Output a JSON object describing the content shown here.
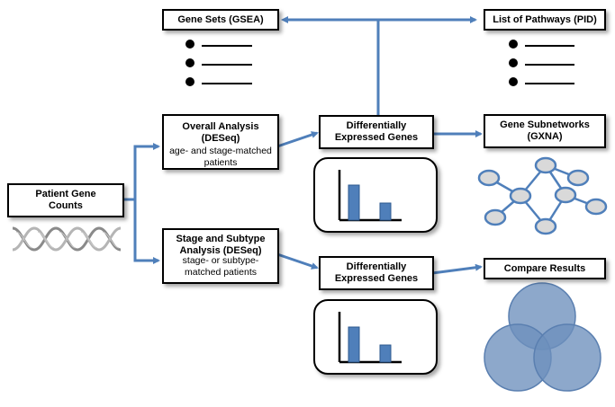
{
  "nodes": {
    "gene_sets": {
      "label": "Gene Sets (GSEA)"
    },
    "pathways": {
      "label": "List of Pathways (PID)"
    },
    "overall": {
      "title": "Overall Analysis",
      "title2": "(DESeq)",
      "subtitle_line1": "age- and stage-matched",
      "subtitle_line2": "patients"
    },
    "patient_counts": {
      "line1": "Patient Gene",
      "line2": "Counts"
    },
    "deg_top": {
      "line1": "Differentially",
      "line2": "Expressed Genes"
    },
    "deg_bottom": {
      "line1": "Differentially",
      "line2": "Expressed Genes"
    },
    "subnetworks": {
      "line1": "Gene Subnetworks",
      "line2": "(GXNA)"
    },
    "stage_subtype": {
      "title_line1": "Stage and Subtype",
      "title_line2": "Analysis (DESeq)",
      "subtitle_line1": "stage- or subtype-",
      "subtitle_line2": "matched patients"
    },
    "compare": {
      "label": "Compare Results"
    }
  },
  "colors": {
    "arrow": "#4f7fba",
    "bar": "#4f7fba",
    "network_node": "#d9d9d9",
    "venn": "#6d8fbd"
  },
  "icons": [
    "dna-helix-icon",
    "bullet-list-icon",
    "bar-chart-icon",
    "network-icon",
    "venn-diagram-icon"
  ]
}
